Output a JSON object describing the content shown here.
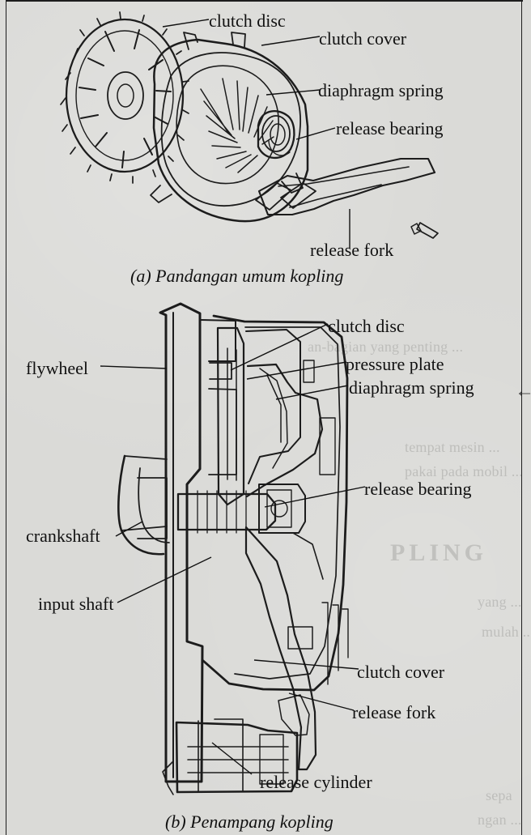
{
  "figure_a": {
    "labels": {
      "clutch_disc": "clutch disc",
      "clutch_cover": "clutch cover",
      "diaphragm_spring": "diaphragm spring",
      "release_bearing": "release bearing",
      "release_fork": "release fork"
    },
    "caption": "(a)  Pandangan umum kopling"
  },
  "figure_b": {
    "labels": {
      "clutch_disc": "clutch disc",
      "flywheel": "flywheel",
      "pressure_plate": "pressure plate",
      "diaphragm_spring": "diaphragm spring",
      "release_bearing": "release bearing",
      "crankshaft": "crankshaft",
      "input_shaft": "input shaft",
      "clutch_cover": "clutch cover",
      "release_fork": "release fork",
      "release_cylinder": "release cylinder"
    },
    "caption": "(b)  Penampang kopling"
  }
}
